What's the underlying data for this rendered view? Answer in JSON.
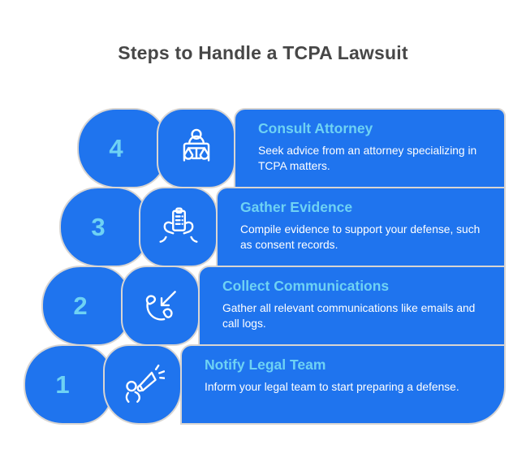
{
  "title": "Steps to Handle a TCPA Lawsuit",
  "colors": {
    "primary_blue": "#1f74ee",
    "accent_cyan": "#6ed2f4",
    "outline_gray": "#d8d5d2",
    "title_gray": "#474747",
    "body_text": "#ffffff",
    "background": "#ffffff"
  },
  "steps": [
    {
      "number": "4",
      "title": "Consult Attorney",
      "description": "Seek advice from an attorney specializing in TCPA matters.",
      "icon": "attorney-scales-icon"
    },
    {
      "number": "3",
      "title": "Gather Evidence",
      "description": "Compile evidence to support your defense, such as consent records.",
      "icon": "evidence-clipboard-icon"
    },
    {
      "number": "2",
      "title": "Collect Communications",
      "description": "Gather all relevant communications like emails and call logs.",
      "icon": "phone-incoming-icon"
    },
    {
      "number": "1",
      "title": "Notify Legal Team",
      "description": "Inform your legal team to start preparing a defense.",
      "icon": "megaphone-icon"
    }
  ]
}
